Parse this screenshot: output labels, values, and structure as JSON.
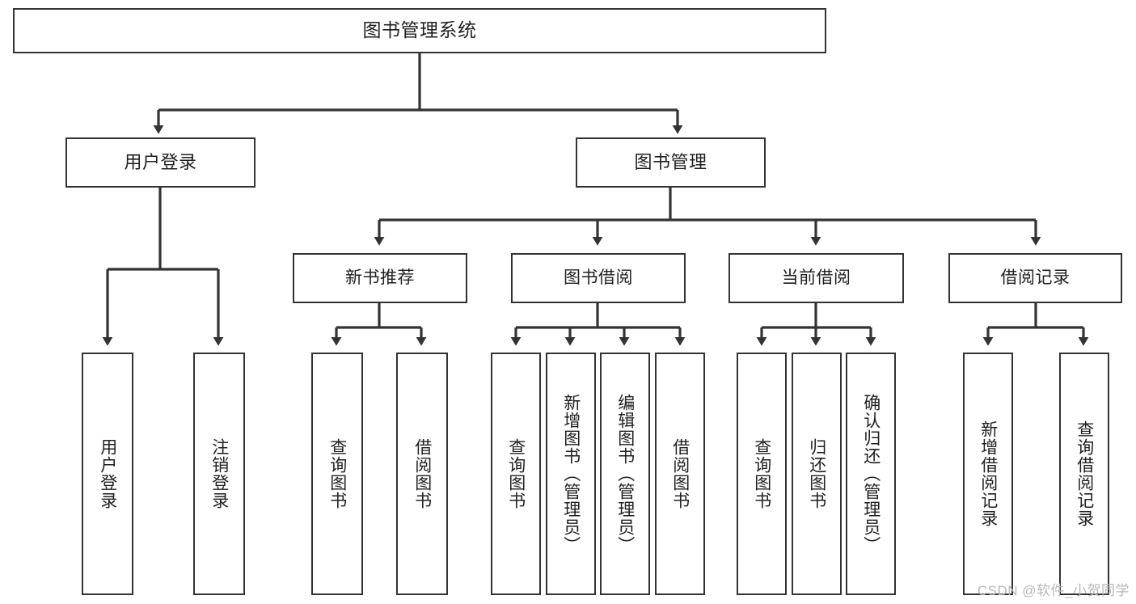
{
  "diagram": {
    "title": "图书管理系统",
    "type": "tree-hierarchy",
    "watermark": "CSDN @软件_小贺同学",
    "colors": {
      "background": "#ffffff",
      "node_border": "#333333",
      "node_fill": "#ffffff",
      "connector": "#333333",
      "text": "#1f1f1f",
      "watermark": "#b8b8b8"
    },
    "nodes": {
      "root": {
        "label": "图书管理系统"
      },
      "level2": [
        {
          "label": "用户登录"
        },
        {
          "label": "图书管理"
        }
      ],
      "level3": [
        {
          "label": "新书推荐"
        },
        {
          "label": "图书借阅"
        },
        {
          "label": "当前借阅"
        },
        {
          "label": "借阅记录"
        }
      ],
      "leaves": [
        {
          "label": "用户登录"
        },
        {
          "label": "注销登录"
        },
        {
          "label": "查询图书"
        },
        {
          "label": "借阅图书"
        },
        {
          "label": "查询图书"
        },
        {
          "label": "新增图书（管理员）"
        },
        {
          "label": "编辑图书（管理员）"
        },
        {
          "label": "借阅图书"
        },
        {
          "label": "查询图书"
        },
        {
          "label": "归还图书"
        },
        {
          "label": "确认归还（管理员）"
        },
        {
          "label": "新增借阅记录"
        },
        {
          "label": "查询借阅记录"
        }
      ]
    }
  }
}
